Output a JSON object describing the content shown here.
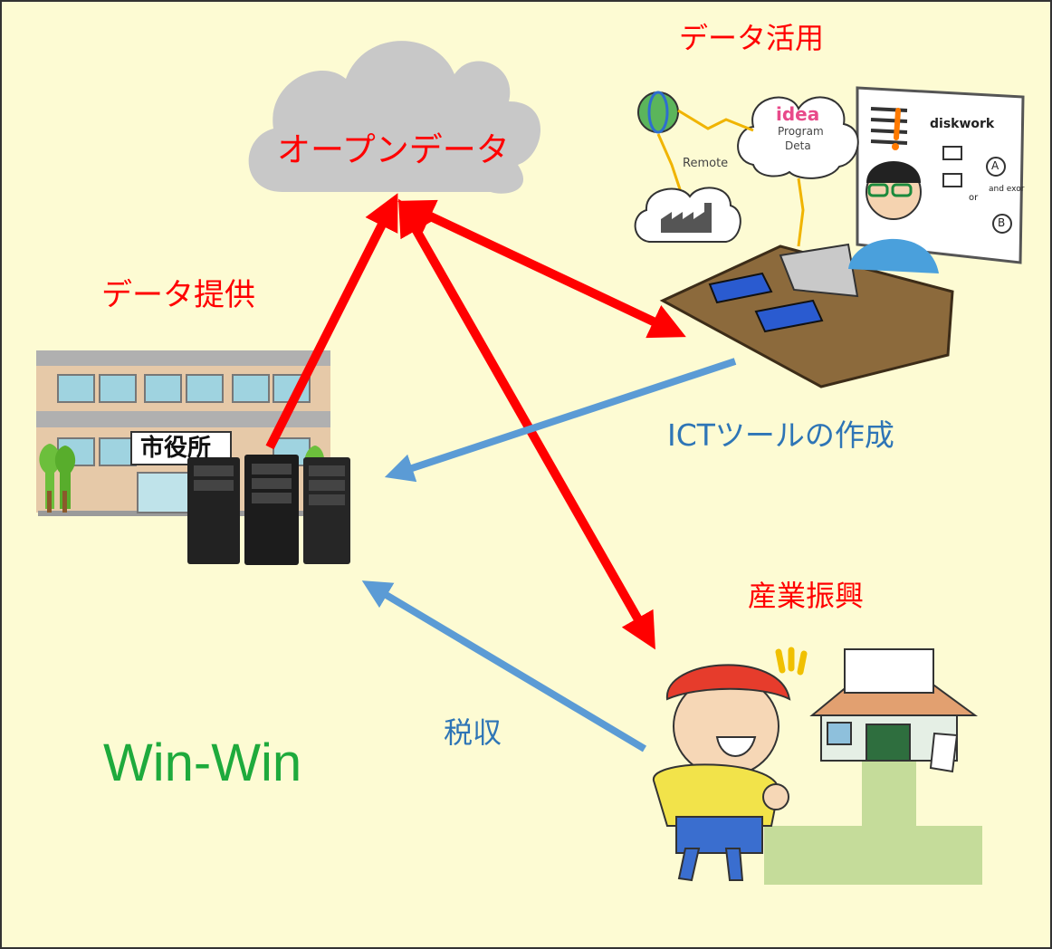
{
  "labels": {
    "cloud": "オープンデータ",
    "data_use": "データ活用",
    "data_provide": "データ提供",
    "city_hall_sign": "市役所",
    "ict_tools": "ICTツールの作成",
    "industry": "産業振興",
    "tax": "税収",
    "win_win": "Win-Win"
  },
  "illustration_text": {
    "idea": "idea",
    "program": "Program",
    "data": "Deta",
    "remote": "Remote",
    "diskwork": "diskwork",
    "node_a": "A",
    "node_b": "B",
    "or": "or",
    "and_exor": "and exor"
  },
  "colors": {
    "background": "#fdfbd3",
    "red_arrow": "#ff0000",
    "blue_arrow": "#5b9bd5",
    "red_text": "#ff0000",
    "blue_text": "#2e75b6",
    "green_text": "#1eaa3c",
    "cloud": "#c8c8c8"
  },
  "icons": [
    "cloud-icon",
    "city-hall-icon",
    "server-rack-icon",
    "programmer-desk-icon",
    "shopkeeper-icon",
    "shop-icon"
  ]
}
